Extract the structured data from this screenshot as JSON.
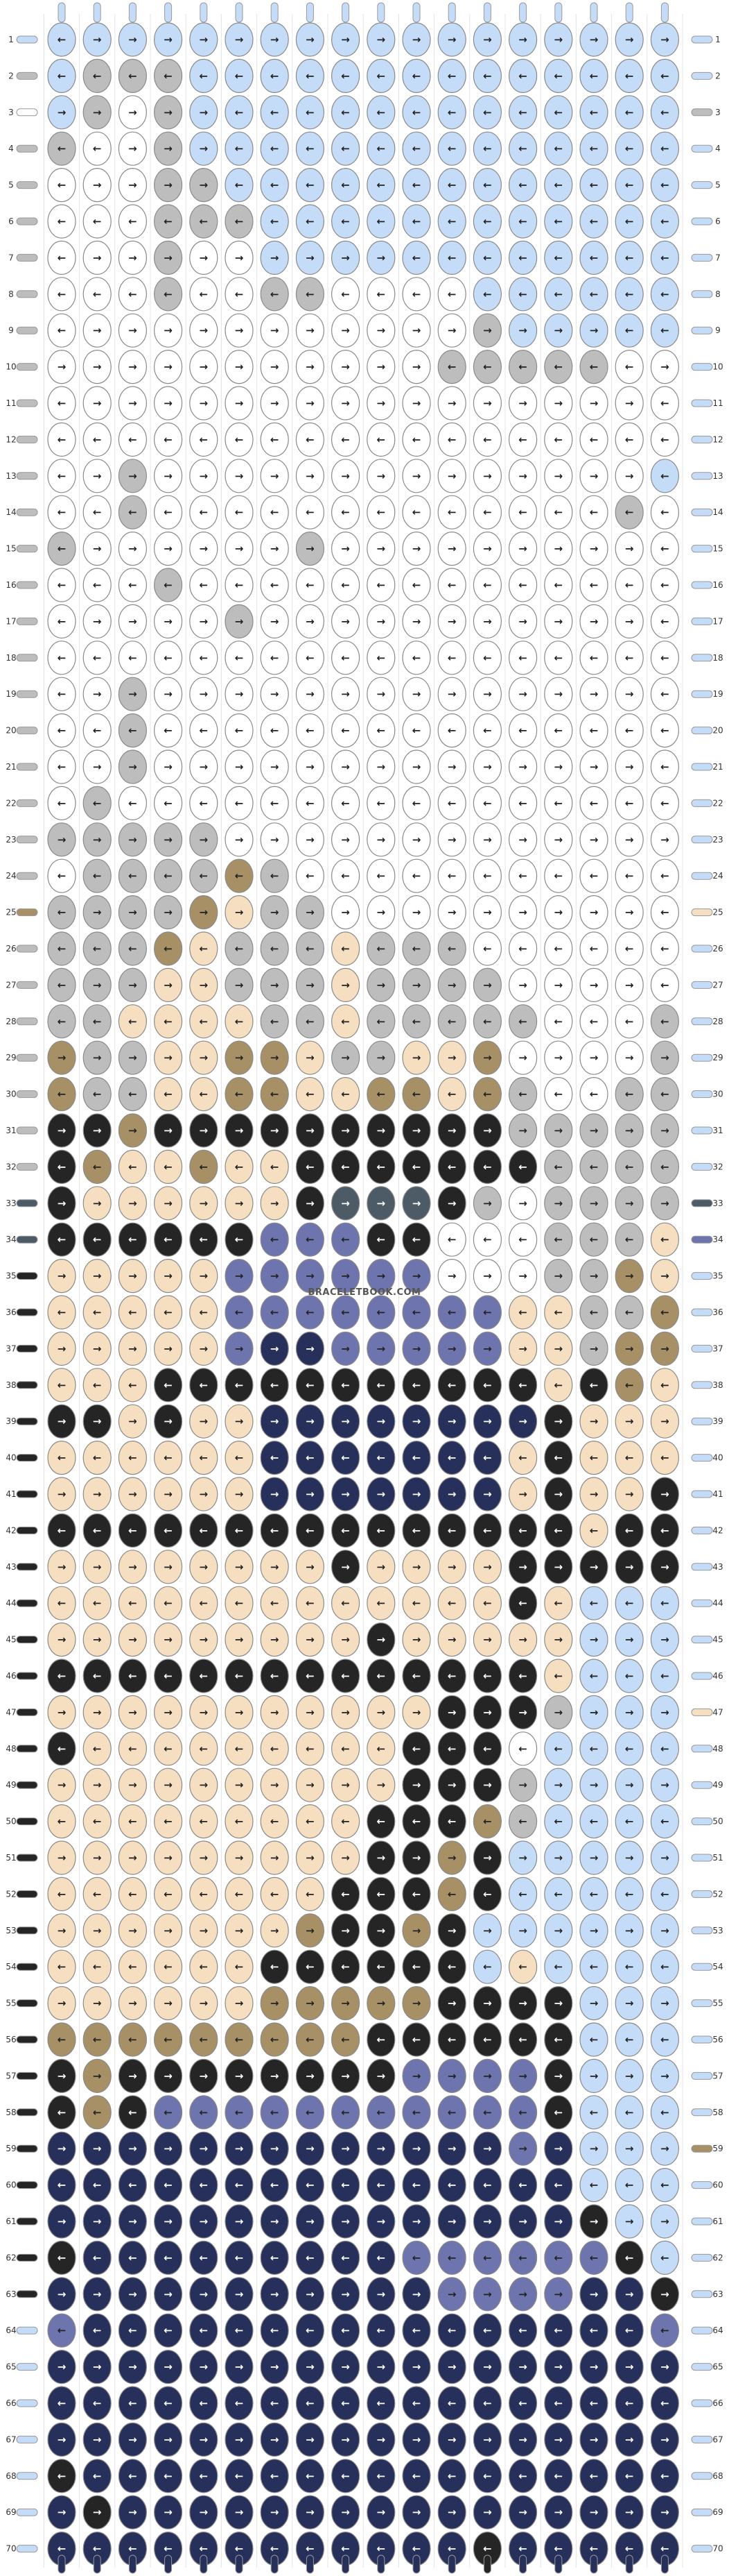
{
  "watermark": "BRACELETBOOK.COM",
  "rows": 70,
  "colors": {
    "A": "#c5dcf8",
    "B": "#bdbdbd",
    "C": "#ffffff",
    "D": "#a89066",
    "E": "#f6dfc1",
    "F": "#252525",
    "G": "#4d5b66",
    "H": "#6e74ad",
    "I": "#26305b"
  },
  "strings_left": [
    "A",
    "B",
    "C",
    "B",
    "B",
    "B",
    "B",
    "B",
    "B",
    "B",
    "B",
    "B",
    "B",
    "B",
    "B",
    "B",
    "B",
    "B",
    "B",
    "B",
    "B",
    "B",
    "B",
    "B",
    "D",
    "B",
    "B",
    "B",
    "B",
    "B",
    "B",
    "B",
    "G",
    "G",
    "F",
    "F",
    "F",
    "F",
    "F",
    "F",
    "F",
    "F",
    "F",
    "F",
    "F",
    "F",
    "F",
    "F",
    "F",
    "F",
    "F",
    "F",
    "F",
    "F",
    "F",
    "F",
    "F",
    "F",
    "F",
    "F",
    "F",
    "F",
    "F",
    "A",
    "A",
    "A",
    "A",
    "A",
    "A",
    "A",
    "H",
    "H",
    "H",
    "I",
    "I",
    "I",
    "I",
    "I",
    "I",
    "I"
  ],
  "strings_right": [
    "A",
    "A",
    "B",
    "A",
    "A",
    "A",
    "A",
    "A",
    "A",
    "A",
    "A",
    "A",
    "A",
    "A",
    "A",
    "A",
    "A",
    "A",
    "A",
    "A",
    "A",
    "A",
    "A",
    "A",
    "E",
    "A",
    "A",
    "A",
    "A",
    "A",
    "A",
    "A",
    "G",
    "H",
    "A",
    "A",
    "A",
    "A",
    "A",
    "A",
    "A",
    "A",
    "A",
    "A",
    "A",
    "A",
    "E",
    "A",
    "A",
    "A",
    "A",
    "A",
    "A",
    "A",
    "A",
    "A",
    "A",
    "A",
    "D",
    "A",
    "A",
    "A",
    "A",
    "A",
    "A",
    "A",
    "A",
    "A",
    "A",
    "A"
  ],
  "knot_grid": [
    "AAAAAAAAAAAAAAAAAA",
    "ABBBAAAAAAAAAAAAAA",
    "ABCBAAAAAAAAAAAAAA",
    "BCCBAAAAAAAAAAAAAA",
    "CCCBBAAAAAAAAAAAAA",
    "CCCBBBAAAAAAAAAAAA",
    "CCCBCCAAAAAAAAAAAA",
    "CCCBCCBBCCCCAAAAAA",
    "CCCCCCCCCCCCBAAAAA",
    "CCCCCCCCCCCBBBBBCC",
    "CCCCCCCCCCCCCCCCCC",
    "CCCCCCCCCCCCCCCCCC",
    "CCBCCCCCCCCCCCCCCA",
    "CCBCCCCCCCCCCCCCBC",
    "BCCCCCCBCCCCCCCCCC",
    "CCCBCCCCCCCCCCCCCC",
    "CCCCCBCCCCCCCCCCCC",
    "CCCCCCCCCCCCCCCCCC",
    "CCBCCCCCCCCCCCCCCC",
    "CCBCCCCCCCCCCCCCCC",
    "CCBCCCCCCCCCCCCCCC",
    "CBCCCCCCCCCCCCCCCC",
    "BBBBBCCCCCCCCCCCCC",
    "CBBBBDBCCCCCCCCCCC",
    "BBBBDEBBCCCCCCCCCC",
    "BBBDEBBBEBBBCCCCCC",
    "BBBEEBBBEBBBBCCCCC",
    "BBEEEEBBEBBBBBCCCB",
    "DBBEEDDEBBEEDCCCCB",
    "DBBEEDDEEDDEDBCCBB",
    "FFDFFFFFFFFFFBBBBB",
    "FDEEDEEFFFFFFFBBBB",
    "FEEEEEEFGGGFBCBBBB",
    "FFFFFFHHHFFCCCBBBE",
    "EEEEEHHHHHHCCCBBDE",
    "EEEEEHHHHHHHHEEBBD",
    "EEEEEHIIHHHHHEEBDD",
    "EEEFFFFFFFFFFFEFDE",
    "FFEFEEIIIIIIIIFEEE",
    "EEEEEEIIIIIIIEFEEE",
    "EEEEEEIIIIIIIEFEEF",
    "FFFFFFFFFFFFFFFEFF",
    "EEEEEEEEFEEEEFFFFF",
    "EEEEEEEEEEEEEFEAAA",
    "EEEEEEEEEFEEEEEAAA",
    "FFFFFFFFFFFFFFEAAA",
    "EEEEEEEEEEEFFFBAAA",
    "FEEEEEEEEEFFFCAAAA",
    "EEEEEEEEEEFFFBAAAA",
    "EEEEEEEEEFFFDBAAAA",
    "EEEEEEEEEFFDFAAAAA",
    "EEEEEEEEFFFDFAAAAA",
    "EEEEEEEDFFDFAAAAAA",
    "EEEEEEFFFFFFAEAAAA",
    "EEEEEEDDDDDFFFFAAA",
    "DDDDDDDDDFFFFFFAAA",
    "FDFFFFFFFFHHHHFAAA",
    "FDFHHHHHHHHHHHFAAA",
    "IIIIIIIIIIIIIHIAAA",
    "IIIIIIIIIIIIIIIAAA",
    "IIIIIIIIIIIIIIIFAA",
    "FIIIIIIIIIHHHHHHFA",
    "IIIIIIIIIIIHHHHIIF",
    "HIIIIIIIIIIIIIIIIH",
    "IIIIIIIIIIIIIIIIII",
    "IIIIIIIIIIIIIIIIII",
    "IIIIIIIIIIIIIIIIII",
    "FIIIIIIIIIIIIIIIII",
    "IFIIIIIIIIIIIIIIII",
    "IIIIIIIIIIIIFIIIII"
  ],
  "arrow_rows": [
    "LRRRRRRRRRRRRRRRRR",
    "LLLLLLLLLLLLLLLLLL",
    "RRRRRLLLLLLLLLLLLL",
    "LLRRRLLLLLLLLLLLLL",
    "LRRRRLLLLLLLLLLLLL",
    "LLLLLLLLLLLLLLLLLL",
    "LRRRRRRRRRLLLLLLLL",
    "LLLLLLLLLLLLLLLLLL",
    "LRRRRRRRRRRRRRRRLL",
    "RRRRRRRRRRRLLLLLLR",
    "LRRRRRRRRRRRRRRRRL",
    "LLLLLLLLLLLLLLLLLL",
    "LRRRRRRRRRRRRRRRRL",
    "LLLLLLLLLLLLLLLLLL",
    "LRRRRRRRRRRRRRRRRL",
    "LLLLLLLLLLLLLLLLLL",
    "LRRRRRRRRRRRRRRRRL",
    "LLLLLLLLLLLLLLLLLL",
    "LRRRRRRRRRRRRRRRRL",
    "LLLLLLLLLLLLLLLLLL",
    "LRRRRRRRRRRRRRRRRL",
    "LLLLLLLLLLLLLLLLLL",
    "RRRRRRRRRRRRRRRRRR",
    "LLLLLLLLLLLLLLLLLL",
    "LRRRRRRRRRRRRRRRRL",
    "LLLLLLLLLLLLLLLLLL",
    "LRRRRRRRRRRRRRRRRL",
    "LLLLLLLLLLLLLLLLLL",
    "RRRRRRRRRRRRRRRRRR",
    "LLLLLLLLLLLLLLLLLL",
    "RRRRRRRRRRRRRRRRRR",
    "LLLLLLLLLLLLLLLLLL",
    "RRRRRRRRRRRRRRRRRR",
    "LLLLLLLLLLLLLLLLLL",
    "RRRRRRRRRRRRRRRRRR",
    "LLLLLLLLLLLLLLLLLL",
    "RRRRRRRRRRRRRRRRRR",
    "LLLLLLLLLLLLLLLLLL",
    "RRRRRRRRRRRRRRRRRR",
    "LLLLLLLLLLLLLLLLLL",
    "RRRRRRRRRRRRRRRRRR",
    "LLLLLLLLLLLLLLLLLL",
    "RRRRRRRRRRRRRRRRRR",
    "LLLLLLLLLLLLLLLLLL",
    "RRRRRRRRRRRRRRRRRR",
    "LLLLLLLLLLLLLLLLLL",
    "RRRRRRRRRRRRRRRRRR",
    "LLLLLLLLLLLLLLLLLL",
    "RRRRRRRRRRRRRRRRRR",
    "LLLLLLLLLLLLLLLLLL",
    "RRRRRRRRRRRRRRRRRR",
    "LLLLLLLLLLLLLLLLLL",
    "RRRRRRRRRRRRRRRRRR",
    "LLLLLLLLLLLLLLLLLL",
    "RRRRRRRRRRRRRRRRRR",
    "LLLLLLLLLLLLLLLLLL",
    "RRRRRRRRRRRRRRRRRR",
    "LLLLLLLLLLLLLLLLLL",
    "RRRRRRRRRRRRRRRRRR",
    "LLLLLLLLLLLLLLLLLL",
    "RRRRRRRRRRRRRRRRRR",
    "LLLLLLLLLLLLLLLLLL",
    "RRRRRRRRRRRRRRRRRR",
    "LLLLLLLLLLLLLLLLLL",
    "RRRRRRRRRRRRRRRRRR",
    "LLLLLLLLLLLLLLLLLL",
    "RRRRRRRRRRRRRRRRRR",
    "LLLLLLLLLLLLLLLLLL",
    "RRRRRRRRRRRRRRRRRR",
    "LLLLLLLLLLLLLLLLLL"
  ]
}
